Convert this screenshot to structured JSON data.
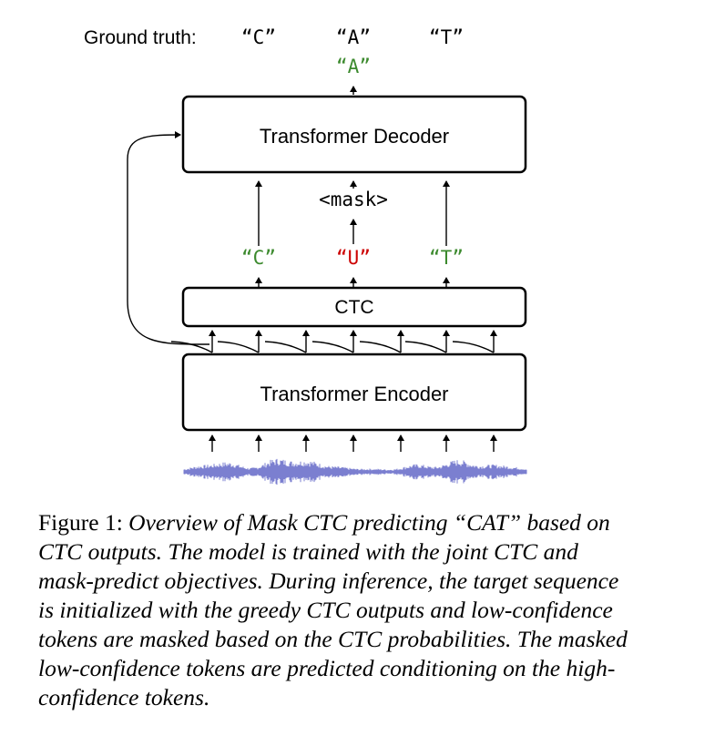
{
  "diagram": {
    "ground_truth_label": "Ground truth:",
    "ground_truth_tokens": [
      "“C”",
      "“A”",
      "“T”"
    ],
    "predicted_output": "“A”",
    "decoder_label": "Transformer Decoder",
    "mask_label": "<mask>",
    "ctc_tokens": [
      "“C”",
      "“U”",
      "“T”"
    ],
    "ctc_label": "CTC",
    "encoder_label": "Transformer Encoder",
    "colors": {
      "high_confidence": "#3c8a2e",
      "low_confidence": "#cc0000",
      "waveform": "#7b7fd0"
    }
  },
  "caption": {
    "prefix": "Figure 1:",
    "lines": [
      "Overview of Mask CTC predicting “CAT” based on",
      "CTC outputs.  The model is trained with the joint CTC and",
      "mask-predict objectives. During inference, the target sequence",
      "is initialized with the greedy CTC outputs and low-confidence",
      "tokens are masked based on the CTC probabilities. The masked",
      "low-confidence tokens are predicted conditioning on the high-",
      "confidence tokens."
    ]
  }
}
